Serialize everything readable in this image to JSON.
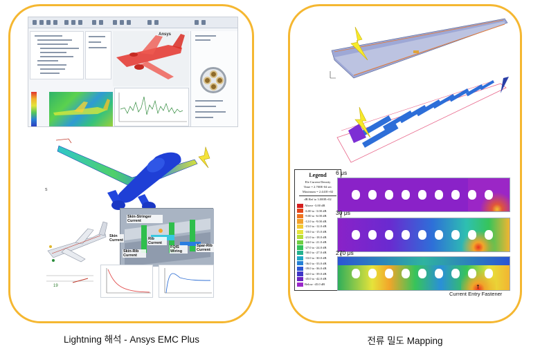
{
  "captions": {
    "left": "Lightning 해석 - Ansys EMC Plus",
    "right": "전류 밀도 Mapping"
  },
  "left_panel": {
    "software_brand": "Ansys",
    "fragment_label": "s",
    "callouts": {
      "skin_stringer": "Skin-Stringer Current",
      "skin": "Skin Current",
      "rib": "Rib Current",
      "skin_rib": "Skin-Rib Current",
      "fqis": "FQIS Wiring",
      "spar_rib": "Spar-Rib Current"
    },
    "plot_axis_value": "19"
  },
  "right_panel": {
    "legend": {
      "title": "Legend",
      "subtitle": "Ele Current Density",
      "time": "Time = 2.700E-04 sec",
      "maximum": "Maximum = 2.441E+02",
      "reference": "dB Ref to 3.000E+02",
      "rows": [
        {
          "label": "Above -3.00 dB",
          "color": "#d41e1e"
        },
        {
          "label": "-6.00 to -3.00 dB",
          "color": "#e4461b"
        },
        {
          "label": "-9.00 to -6.00 dB",
          "color": "#ee7420"
        },
        {
          "label": "-12.0 to -9.00 dB",
          "color": "#f3a12a"
        },
        {
          "label": "-15.0 to -12.0 dB",
          "color": "#f3c934"
        },
        {
          "label": "-18.0 to -15.0 dB",
          "color": "#e6e33a"
        },
        {
          "label": "-21.0 to -18.0 dB",
          "color": "#b5dd3b"
        },
        {
          "label": "-24.0 to -21.0 dB",
          "color": "#6fcf43"
        },
        {
          "label": "-27.0 to -24.0 dB",
          "color": "#33c25b"
        },
        {
          "label": "-30.0 to -27.0 dB",
          "color": "#22b28f"
        },
        {
          "label": "-33.0 to -30.0 dB",
          "color": "#1fa6c6"
        },
        {
          "label": "-36.0 to -33.0 dB",
          "color": "#2380d6"
        },
        {
          "label": "-39.0 to -36.0 dB",
          "color": "#2b55d4"
        },
        {
          "label": "-42.0 to -39.0 dB",
          "color": "#3f35c8"
        },
        {
          "label": "-45.0 to -42.0 dB",
          "color": "#6a24c1"
        },
        {
          "label": "Below -45.0 dB",
          "color": "#9a27c9"
        }
      ]
    },
    "times": [
      "6 μs",
      "30 μs",
      "270 μs"
    ],
    "entry_label": "Current Entry Fastener"
  }
}
